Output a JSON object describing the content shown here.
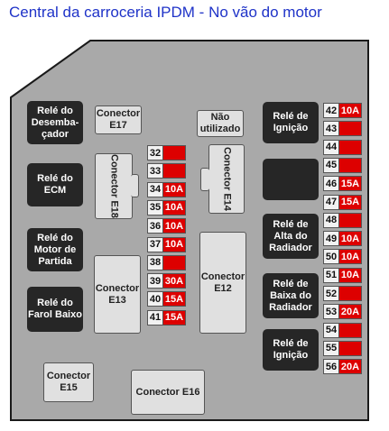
{
  "title": "Central da carroceria IPDM - No vão do motor",
  "colors": {
    "panel": "#a9a9a9",
    "relay": "#262626",
    "fuse": "#dd0000",
    "connector": "#e0e0e0",
    "title": "#1f33c8"
  },
  "relays": {
    "desembacador": "Relé do Desemba- çador",
    "ecm": "Relé do ECM",
    "motor_partida": "Relé do Motor de Partida",
    "farol_baixo": "Relé do Farol Baixo",
    "ignicao_1": "Relé de Ignição",
    "alta_radiador": "Relé de Alta do Radiador",
    "baixa_radiador": "Relé de Baixa do Radiador",
    "ignicao_2": "Relé de Ignição"
  },
  "connectors": {
    "e17": "Conector E17",
    "nao_utilizado": "Não utilizado",
    "e18": "Conector E18",
    "e14": "Conector E14",
    "e13": "Conector E13",
    "e12": "Conector E12",
    "e15": "Conector E15",
    "e16": "Conector E16"
  },
  "fuses_left": [
    {
      "num": "32",
      "amp": ""
    },
    {
      "num": "33",
      "amp": ""
    },
    {
      "num": "34",
      "amp": "10A"
    },
    {
      "num": "35",
      "amp": "10A"
    },
    {
      "num": "36",
      "amp": "10A"
    },
    {
      "num": "37",
      "amp": "10A"
    },
    {
      "num": "38",
      "amp": ""
    },
    {
      "num": "39",
      "amp": "30A"
    },
    {
      "num": "40",
      "amp": "15A"
    },
    {
      "num": "41",
      "amp": "15A"
    }
  ],
  "fuses_right": [
    {
      "num": "42",
      "amp": "10A"
    },
    {
      "num": "43",
      "amp": ""
    },
    {
      "num": "44",
      "amp": ""
    },
    {
      "num": "45",
      "amp": ""
    },
    {
      "num": "46",
      "amp": "15A"
    },
    {
      "num": "47",
      "amp": "15A"
    },
    {
      "num": "48",
      "amp": ""
    },
    {
      "num": "49",
      "amp": "10A"
    },
    {
      "num": "50",
      "amp": "10A"
    },
    {
      "num": "51",
      "amp": "10A"
    },
    {
      "num": "52",
      "amp": ""
    },
    {
      "num": "53",
      "amp": "20A"
    },
    {
      "num": "54",
      "amp": ""
    },
    {
      "num": "55",
      "amp": ""
    },
    {
      "num": "56",
      "amp": "20A"
    }
  ]
}
